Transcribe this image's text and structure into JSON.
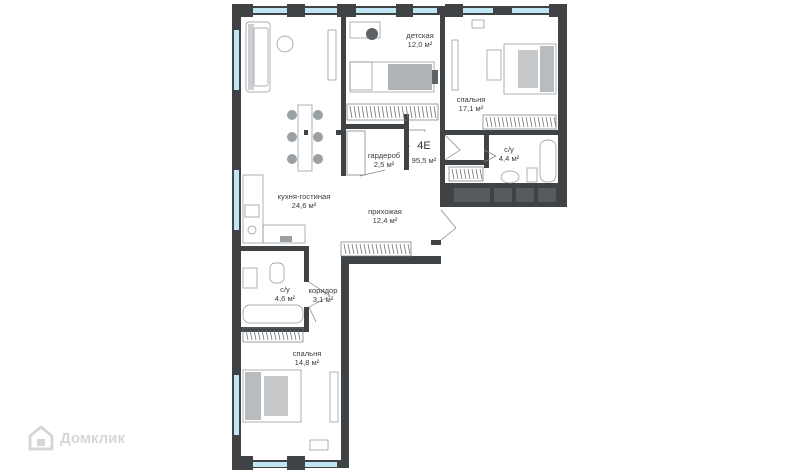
{
  "unit": {
    "code": "4E",
    "area": "95,5 м²"
  },
  "rooms": [
    {
      "name": "детская",
      "area": "12,0 м²"
    },
    {
      "name": "спальня",
      "area": "17,1 м²"
    },
    {
      "name": "гардероб",
      "area": "2,5 м²"
    },
    {
      "name": "с/у",
      "area": "4,4 м²"
    },
    {
      "name": "кухня-гостиная",
      "area": "24,6 м²"
    },
    {
      "name": "прихожая",
      "area": "12,4 м²"
    },
    {
      "name": "с/у",
      "area": "4,6 м²"
    },
    {
      "name": "коридор",
      "area": "3,1 м²"
    },
    {
      "name": "спальня",
      "area": "14,8 м²"
    }
  ],
  "watermark": {
    "text": "Домклик",
    "icon": "house-logo-icon"
  },
  "colors": {
    "wall": "#3f4346",
    "window": "#bfe6f2",
    "furniture": "#8d9295"
  }
}
